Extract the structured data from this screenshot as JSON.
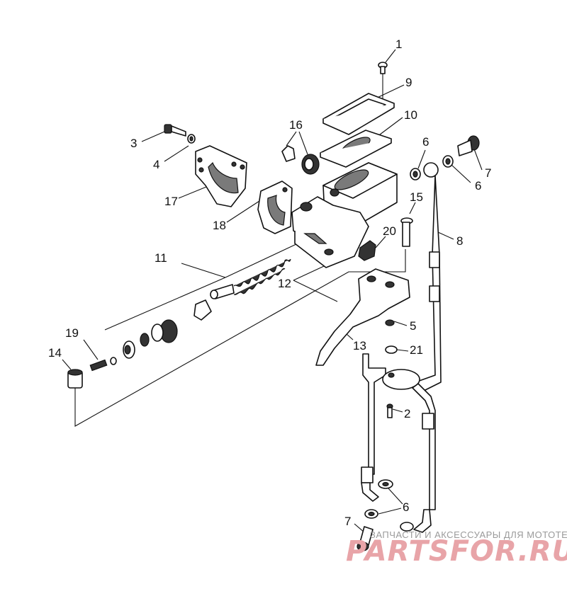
{
  "callouts": [
    {
      "id": "1",
      "text": "1"
    },
    {
      "id": "2",
      "text": "2"
    },
    {
      "id": "3",
      "text": "3"
    },
    {
      "id": "4",
      "text": "4"
    },
    {
      "id": "5",
      "text": "5"
    },
    {
      "id": "6a",
      "text": "6"
    },
    {
      "id": "6b",
      "text": "6"
    },
    {
      "id": "6c",
      "text": "6"
    },
    {
      "id": "7a",
      "text": "7"
    },
    {
      "id": "7b",
      "text": "7"
    },
    {
      "id": "8",
      "text": "8"
    },
    {
      "id": "9",
      "text": "9"
    },
    {
      "id": "10",
      "text": "10"
    },
    {
      "id": "11",
      "text": "11"
    },
    {
      "id": "12",
      "text": "12"
    },
    {
      "id": "13",
      "text": "13"
    },
    {
      "id": "14",
      "text": "14"
    },
    {
      "id": "15",
      "text": "15"
    },
    {
      "id": "16",
      "text": "16"
    },
    {
      "id": "17",
      "text": "17"
    },
    {
      "id": "18",
      "text": "18"
    },
    {
      "id": "19",
      "text": "19"
    },
    {
      "id": "20",
      "text": "20"
    },
    {
      "id": "21",
      "text": "21"
    }
  ],
  "watermark": {
    "tagline": "ЗАПЧАСТИ И АКСЕССУАРЫ ДЛЯ МОТОТЕХНИКИ",
    "logo": "PARTSFOR.RU",
    "logo_color": "#e8a4a8"
  }
}
